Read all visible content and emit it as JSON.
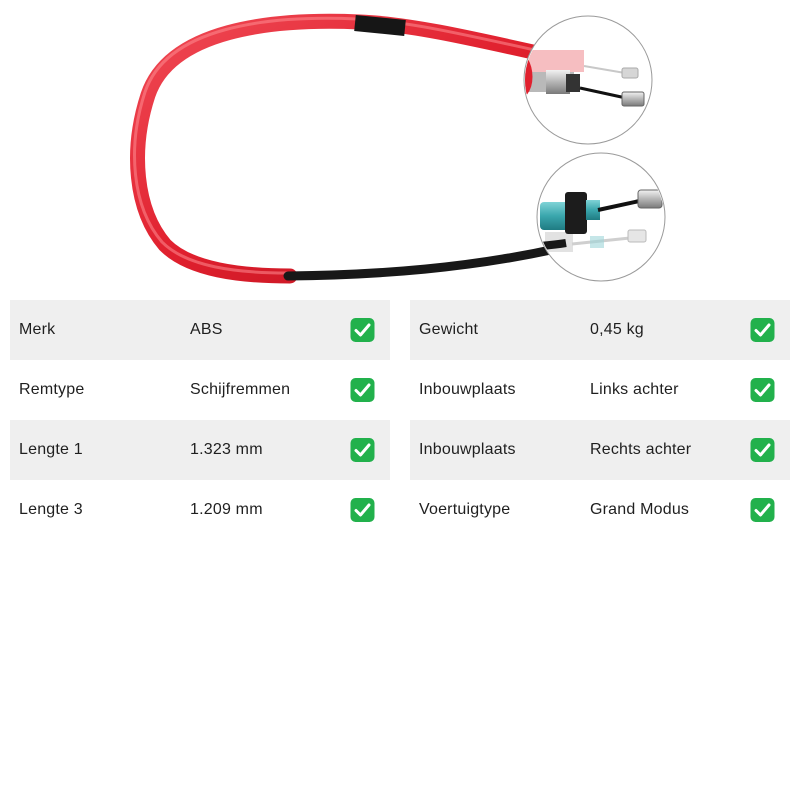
{
  "product": {
    "image_icon": "brake-cable-icon",
    "cable_color": "#e0202e",
    "sleeve_color": "#151515"
  },
  "check_icon": "check-mark-icon",
  "check_color": "#22b14c",
  "specs_left": [
    {
      "label": "Merk",
      "value": "ABS"
    },
    {
      "label": "Remtype",
      "value": "Schijfremmen"
    },
    {
      "label": "Lengte 1",
      "value": "1.323 mm"
    },
    {
      "label": "Lengte 3",
      "value": "1.209 mm"
    }
  ],
  "specs_right": [
    {
      "label": "Gewicht",
      "value": "0,45 kg"
    },
    {
      "label": "Inbouwplaats",
      "value": "Links achter"
    },
    {
      "label": "Inbouwplaats",
      "value": "Rechts achter"
    },
    {
      "label": "Voertuigtype",
      "value": "Grand Modus"
    }
  ]
}
